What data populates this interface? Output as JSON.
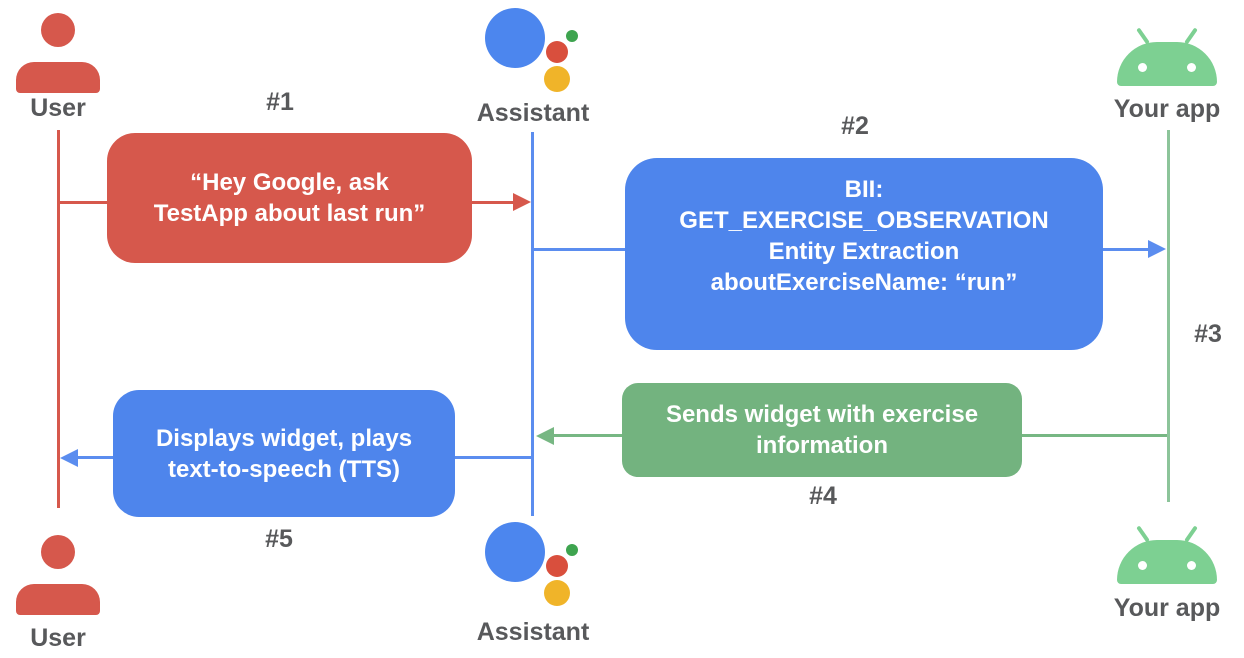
{
  "diagram": {
    "title_semantic": "Assistant App Actions sequence diagram",
    "lanes": {
      "user": {
        "top_label": "User",
        "bottom_label": "User"
      },
      "assistant": {
        "top_label": "Assistant",
        "bottom_label": "Assistant"
      },
      "app": {
        "top_label": "Your app",
        "bottom_label": "Your app"
      }
    },
    "step_labels": {
      "step1": "#1",
      "step2": "#2",
      "step3": "#3",
      "step4": "#4",
      "step5": "#5"
    },
    "messages": {
      "msg1": {
        "lines": [
          "“Hey Google, ask",
          "TestApp about last run”"
        ]
      },
      "msg2": {
        "lines": [
          "BII:",
          "GET_EXERCISE_OBSERVATION",
          "Entity Extraction",
          "aboutExerciseName: “run”"
        ]
      },
      "msg4": {
        "lines": [
          "Sends widget with exercise",
          "information"
        ]
      },
      "msg5": {
        "lines": [
          "Displays widget, plays",
          "text-to-speech (TTS)"
        ]
      }
    },
    "colors": {
      "red": "#D6584C",
      "blue_box": "#4E85EC",
      "blue_line": "#5B8DEF",
      "green_box": "#73B37F",
      "green_line": "#77B783",
      "lifeline_green": "#8CC49A",
      "android_green": "#7DD092",
      "label_gray": "#58595B",
      "assistant_blue": "#4C86EE",
      "assistant_red": "#D94F3D",
      "assistant_yellow": "#F0B429",
      "assistant_green": "#3EA44F"
    }
  }
}
